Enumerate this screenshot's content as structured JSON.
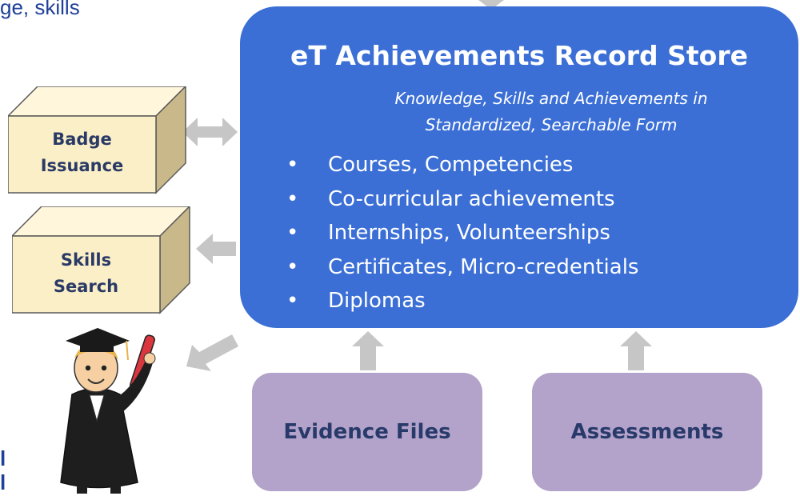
{
  "top_text": "ge, skills",
  "edge_text": [
    "l",
    "l"
  ],
  "store": {
    "title": "eT Achievements Record Store",
    "subtitle_line1": "Knowledge, Skills and Achievements in",
    "subtitle_line2": "Standardized, Searchable Form",
    "items": [
      "Courses, Competencies",
      "Co-curricular achievements",
      "Internships, Volunteerships",
      "Certificates, Micro-credentials",
      "Diplomas"
    ]
  },
  "badge_box": {
    "line1": "Badge",
    "line2": "Issuance"
  },
  "skills_box": {
    "line1": "Skills",
    "line2": "Search"
  },
  "evidence_box": "Evidence Files",
  "assessments_box": "Assessments",
  "colors": {
    "store_blue": "#3b6fd6",
    "cube_fill": "#fbefc7",
    "purple": "#b3a2c9",
    "arrow_gray": "#c6c6c6",
    "text_navy": "#1f3f99"
  }
}
